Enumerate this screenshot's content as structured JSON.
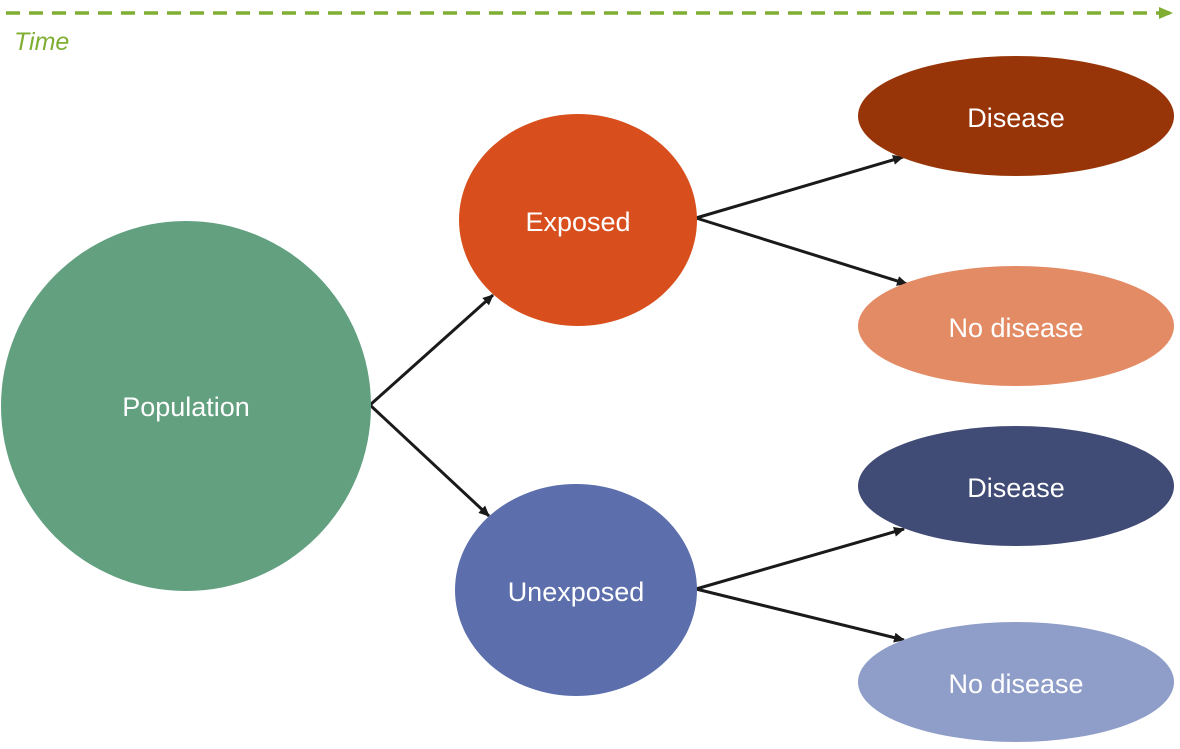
{
  "time_axis": {
    "label": "Time",
    "color": "#7fae32"
  },
  "nodes": {
    "population": {
      "label": "Population",
      "color": "#62a080"
    },
    "exposed": {
      "label": "Exposed",
      "color": "#d84f1d"
    },
    "unexposed": {
      "label": "Unexposed",
      "color": "#5c6fac"
    },
    "exposed_disease": {
      "label": "Disease",
      "color": "#973408"
    },
    "exposed_no_disease": {
      "label": "No disease",
      "color": "#e38b64"
    },
    "unexposed_disease": {
      "label": "Disease",
      "color": "#404b76"
    },
    "unexposed_no_disease": {
      "label": "No disease",
      "color": "#8f9ec9"
    }
  },
  "edges": [
    {
      "from": "population",
      "to": "exposed"
    },
    {
      "from": "population",
      "to": "unexposed"
    },
    {
      "from": "exposed",
      "to": "exposed_disease"
    },
    {
      "from": "exposed",
      "to": "exposed_no_disease"
    },
    {
      "from": "unexposed",
      "to": "unexposed_disease"
    },
    {
      "from": "unexposed",
      "to": "unexposed_no_disease"
    }
  ],
  "colors": {
    "arrow": "#1a1a1a",
    "label_text": "#ffffff"
  }
}
